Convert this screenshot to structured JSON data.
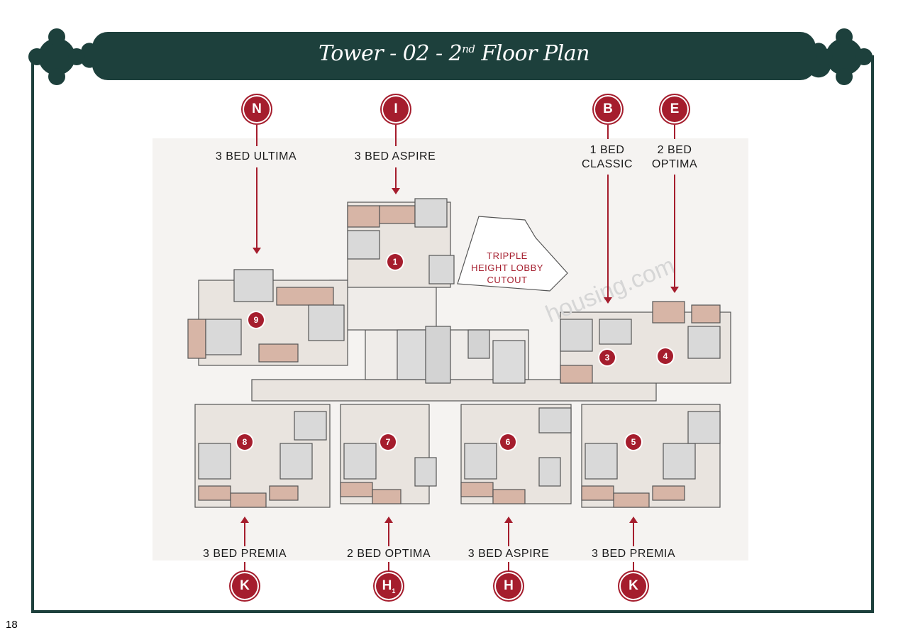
{
  "header": {
    "title_main": "Tower - 02 - 2",
    "title_sup": "nd",
    "title_tail": " Floor Plan"
  },
  "colors": {
    "banner": "#1d403c",
    "accent": "#a51d2d"
  },
  "top_labels": [
    {
      "code": "N",
      "line1": "3 BED ULTIMA",
      "line2": ""
    },
    {
      "code": "I",
      "line1": "3 BED ASPIRE",
      "line2": ""
    },
    {
      "code": "B",
      "line1": "1 BED",
      "line2": "CLASSIC"
    },
    {
      "code": "E",
      "line1": "2 BED",
      "line2": "OPTIMA"
    }
  ],
  "bottom_labels": [
    {
      "code": "K",
      "sub": "",
      "text": "3 BED PREMIA"
    },
    {
      "code": "H",
      "sub": "1",
      "text": "2 BED OPTIMA"
    },
    {
      "code": "H",
      "sub": "",
      "text": "3 BED ASPIRE"
    },
    {
      "code": "K",
      "sub": "",
      "text": "3 BED PREMIA"
    }
  ],
  "units": [
    "1",
    "9",
    "3",
    "4",
    "8",
    "7",
    "6",
    "5"
  ],
  "lobby": {
    "line1": "TRIPPLE",
    "line2": "HEIGHT LOBBY",
    "line3": "CUTOUT"
  },
  "page_number": "18"
}
